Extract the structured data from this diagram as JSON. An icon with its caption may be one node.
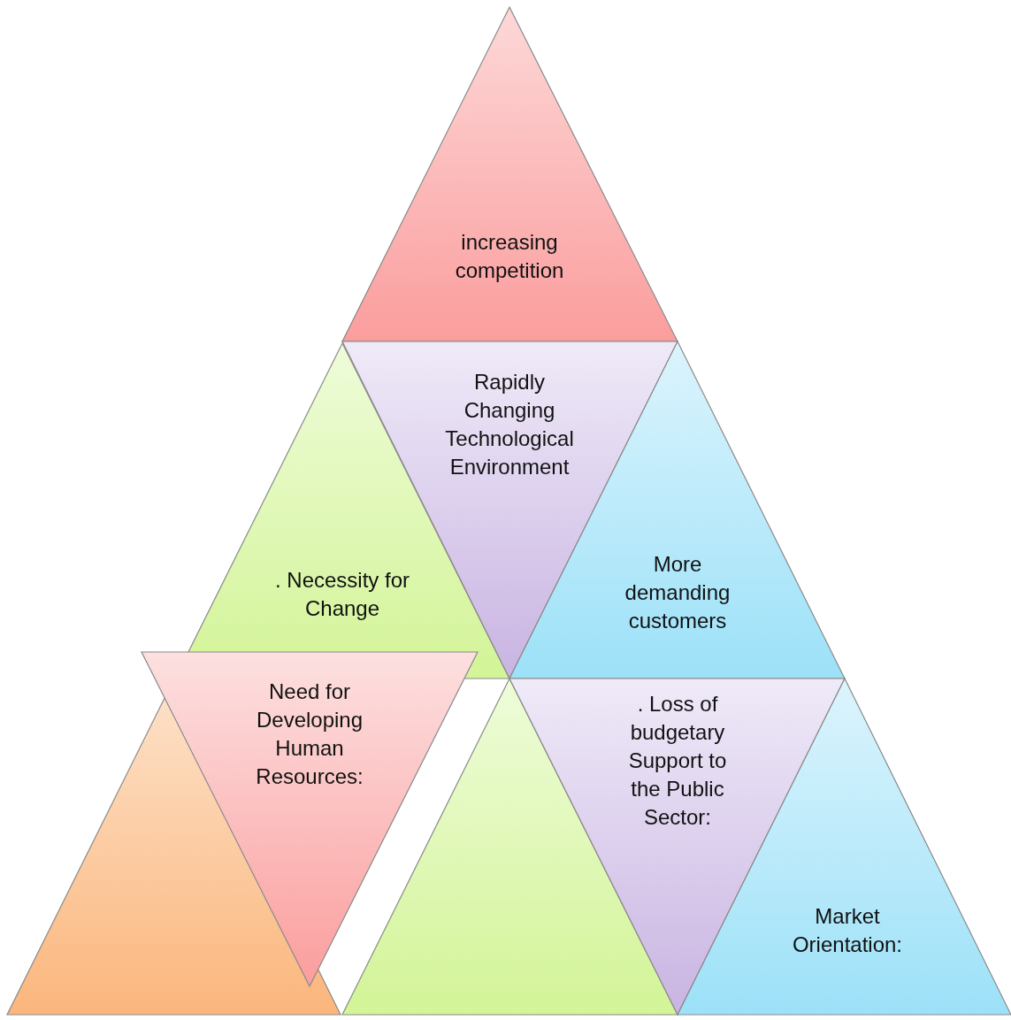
{
  "diagram": {
    "nodes": [
      {
        "text": [
          "increasing competition"
        ]
      },
      {
        "text": [
          ". Necessity for Change"
        ]
      },
      {
        "text": [
          "Rapidly Changing Technological Environment"
        ]
      },
      {
        "text": [
          "More demanding customers"
        ]
      },
      {
        "text": [],
        "shape": "triangle"
      },
      {
        "text": [
          "Need for Developing Human Resources:"
        ]
      },
      {
        "text": [],
        "shape": "triangle"
      },
      {
        "text": [
          ". Loss of budgetary Support to the Public Sector:"
        ]
      },
      {
        "text": [
          "Market Orientation:"
        ]
      }
    ]
  }
}
